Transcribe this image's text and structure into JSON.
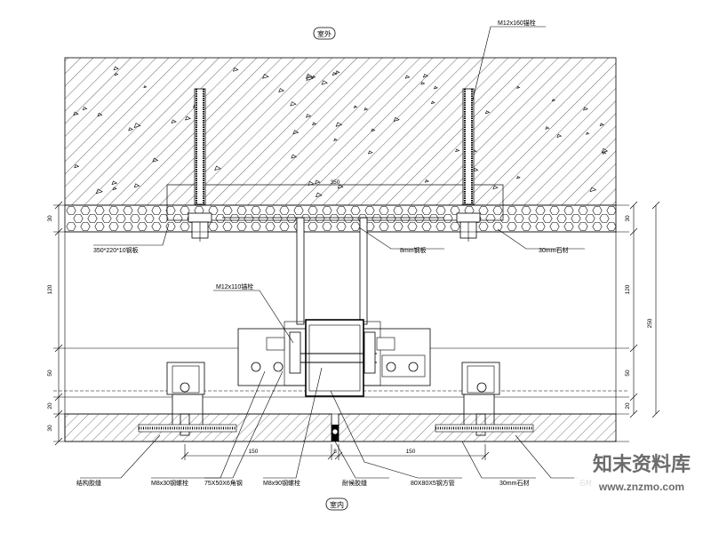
{
  "tags": {
    "top": "室外",
    "bottom": "室内"
  },
  "labels": {
    "anchor_top": "M12x160锚栓",
    "plate": "350*220*10钢板",
    "hanger": "8mm钢板",
    "board": "30mm石材",
    "anchor_mid": "M12x110锚栓",
    "bolt_left": "M8x30钢螺栓",
    "angle": "75X50X6角钢",
    "bolt_mid": "M8x90钢螺栓",
    "sealant": "耐候胶缝",
    "tube": "80X80X5钢方管",
    "board_bottom": "30mm石材",
    "left_note": "结构胶缝",
    "right_note": "石材"
  },
  "dims": {
    "left": [
      "30",
      "120",
      "50",
      "20",
      "30"
    ],
    "right": [
      "30",
      "120",
      "50",
      "20"
    ],
    "right_total": "250",
    "plate_width": "350",
    "bottom_left": "150",
    "bottom_mid": "8",
    "bottom_right": "150"
  },
  "watermark": {
    "text": "知末资料库",
    "url": "www.znzmo.com"
  },
  "colors": {
    "line": "#000000",
    "watermark": "#6b6b6b"
  }
}
